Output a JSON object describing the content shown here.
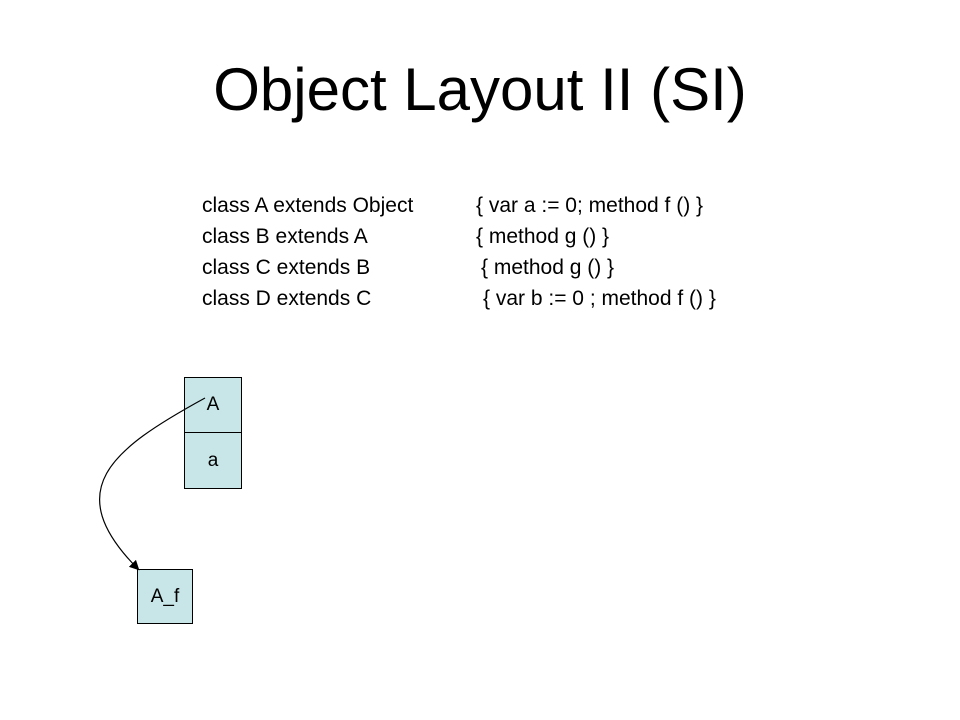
{
  "slide": {
    "title": "Object Layout II (SI)"
  },
  "code": [
    {
      "decl": "class A extends Object",
      "body": "{ var a := 0; method f () }"
    },
    {
      "decl": "class B extends A",
      "body": "{ method g () }"
    },
    {
      "decl": "class C extends B",
      "body": "{ method g () }"
    },
    {
      "decl": "class D extends C",
      "body": "{ var b := 0 ; method f () }"
    }
  ],
  "diagram": {
    "object_cells": [
      {
        "label": "A"
      },
      {
        "label": "a"
      }
    ],
    "vtable_entry": {
      "label": "A_f"
    },
    "colors": {
      "cell_fill": "#c8e6e8",
      "stroke": "#000000"
    }
  }
}
